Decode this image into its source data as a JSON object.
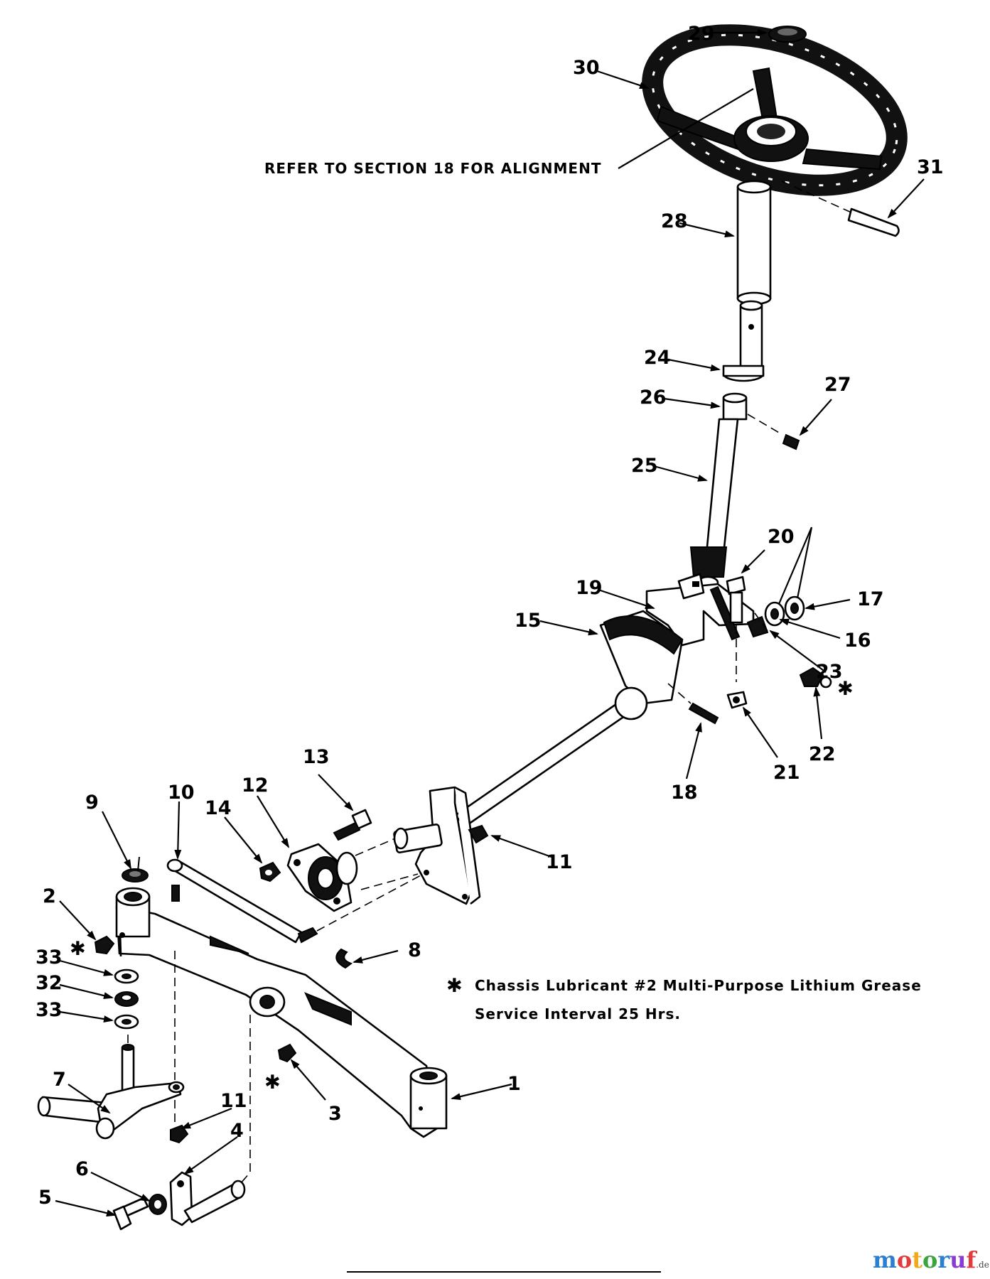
{
  "alignment_note": "REFER TO SECTION 18 FOR ALIGNMENT",
  "lubricant_note": {
    "line1": "Chassis Lubricant #2 Multi-Purpose Lithium Grease",
    "line2": "Service Interval 25 Hrs.",
    "symbol": "✱"
  },
  "watermark": {
    "m": "m",
    "o1": "o",
    "t": "t",
    "o2": "o",
    "r": "r",
    "u": "u",
    "f": "f",
    "de": ".de",
    "colors": [
      "#2a7fd0",
      "#e23b3b",
      "#f2a81c",
      "#3aa53a",
      "#2a7fd0",
      "#8a3bd0",
      "#e23b3b"
    ]
  },
  "callouts": {
    "c1": "1",
    "c2": "2",
    "c3": "3",
    "c4": "4",
    "c5": "5",
    "c6": "6",
    "c7": "7",
    "c8": "8",
    "c9": "9",
    "c10": "10",
    "c11a": "11",
    "c11b": "11",
    "c12": "12",
    "c13": "13",
    "c14": "14",
    "c15": "15",
    "c16": "16",
    "c17": "17",
    "c18": "18",
    "c19": "19",
    "c20": "20",
    "c21": "21",
    "c22": "22",
    "c23": "23",
    "c24": "24",
    "c25": "25",
    "c26": "26",
    "c27": "27",
    "c28": "28",
    "c29": "29",
    "c30": "30",
    "c31": "31",
    "c32": "32",
    "c33a": "33",
    "c33b": "33"
  }
}
